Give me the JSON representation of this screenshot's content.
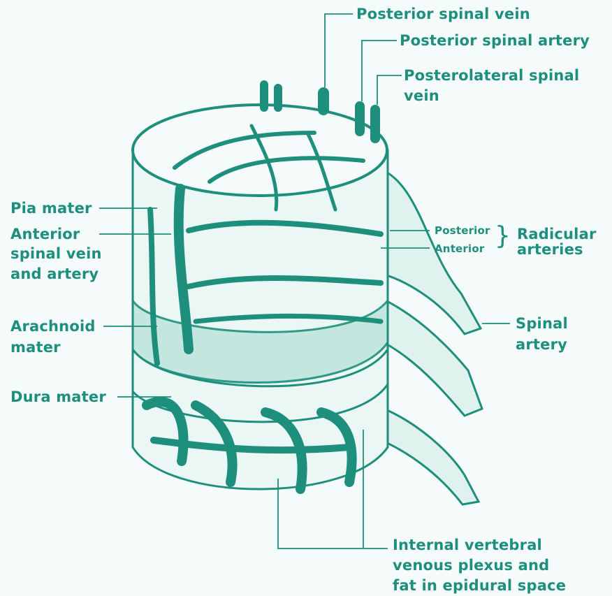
{
  "labels": {
    "posterior_spinal_vein": "Posterior spinal vein",
    "posterior_spinal_artery": "Posterior spinal artery",
    "posterolateral_line1": "Posterolateral spinal",
    "posterolateral_line2": "vein",
    "pia_mater": "Pia mater",
    "anterior_line1": "Anterior",
    "anterior_line2": "spinal vein",
    "anterior_line3": "and artery",
    "posterior_small": "Posterior",
    "anterior_small": "Anterior",
    "radicular_line1": "Radicular",
    "radicular_line2": "arteries",
    "spinal_artery_line1": "Spinal",
    "spinal_artery_line2": "artery",
    "arachnoid_line1": "Arachnoid",
    "arachnoid_line2": "mater",
    "dura_mater": "Dura mater",
    "plexus_line1": "Internal vertebral",
    "plexus_line2": "venous plexus and",
    "plexus_line3": "fat in epidural space"
  },
  "colors": {
    "vessel": "#1e8e7d",
    "fill_light": "#e9f6f3",
    "fill_mid": "#bfe6dd",
    "background": "#f4fbfa"
  }
}
